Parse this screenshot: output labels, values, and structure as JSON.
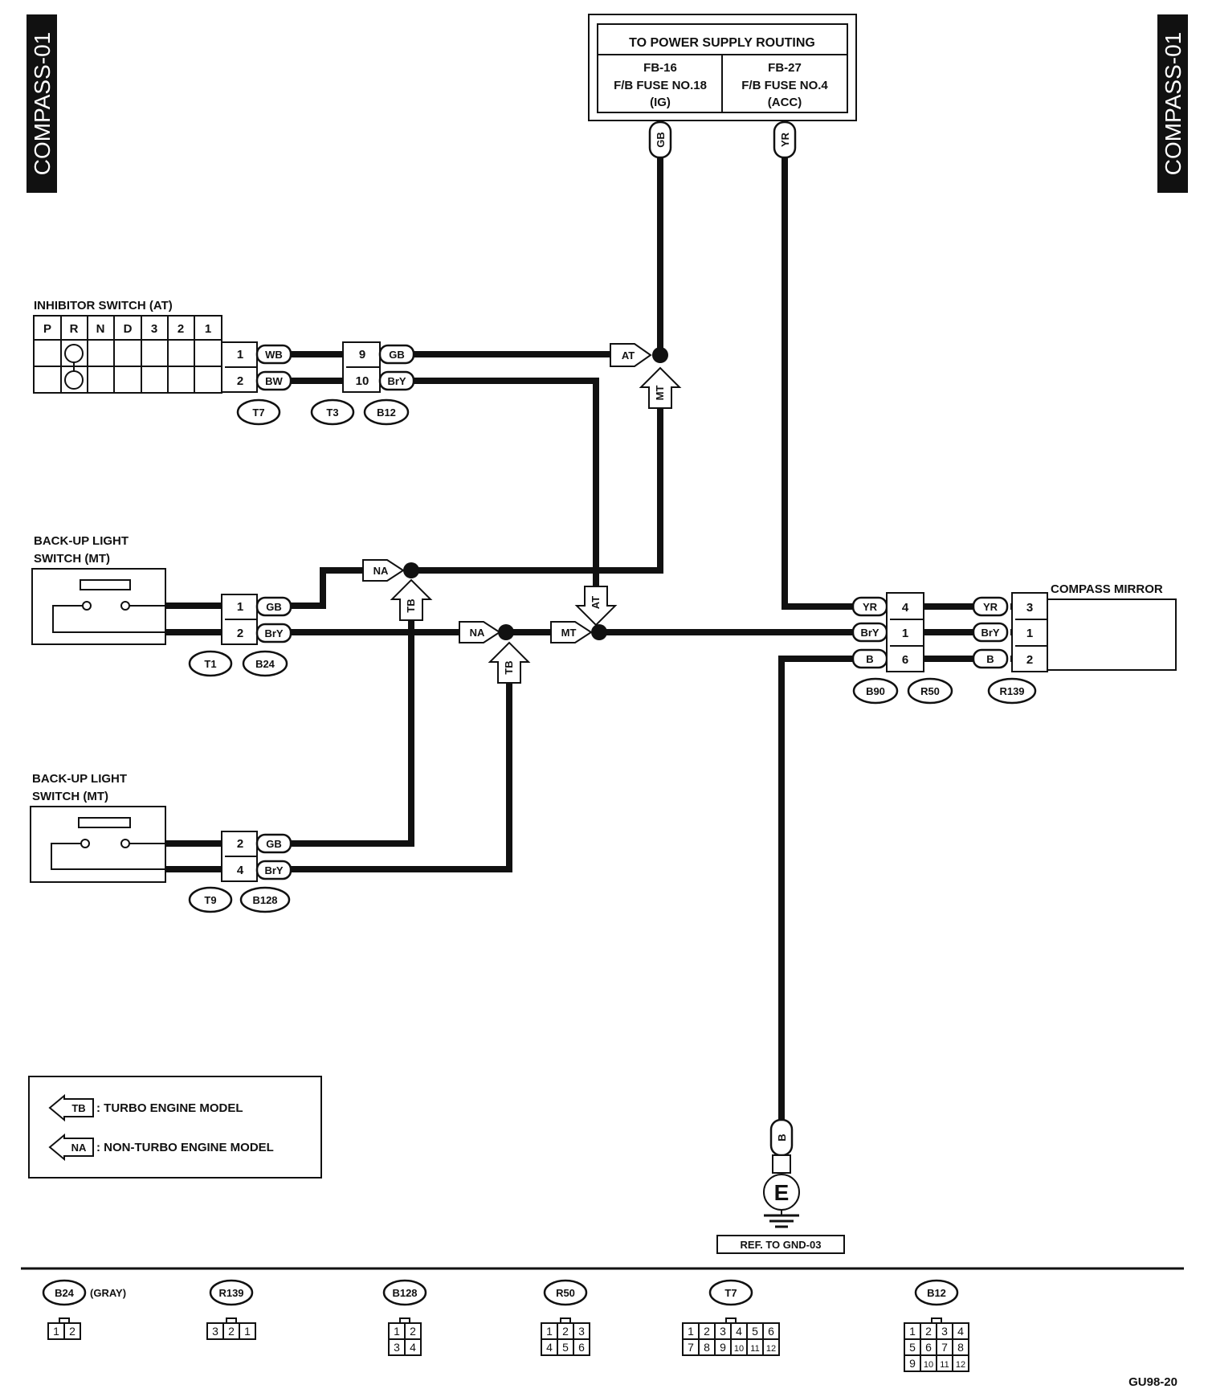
{
  "page_tab": "COMPASS-01",
  "power": {
    "title": "TO POWER SUPPLY ROUTING",
    "left": [
      "FB-16",
      "F/B FUSE NO.18",
      "(IG)"
    ],
    "right": [
      "FB-27",
      "F/B FUSE NO.4",
      "(ACC)"
    ],
    "wire_left": "GB",
    "wire_right": "YR"
  },
  "inhibitor": {
    "title": "INHIBITOR SWITCH (AT)",
    "positions": [
      "P",
      "R",
      "N",
      "D",
      "3",
      "2",
      "1"
    ],
    "pins": [
      "1",
      "2"
    ],
    "wires": [
      "WB",
      "BW"
    ],
    "conn_pins": [
      "9",
      "10"
    ],
    "conn_wires": [
      "GB",
      "BrY"
    ],
    "tags": [
      "T7",
      "T3",
      "B12"
    ]
  },
  "backup1": {
    "title": [
      "BACK-UP LIGHT",
      "SWITCH (MT)"
    ],
    "pins": [
      "1",
      "2"
    ],
    "wires": [
      "GB",
      "BrY"
    ],
    "tags": [
      "T1",
      "B24"
    ]
  },
  "backup2": {
    "title": [
      "BACK-UP LIGHT",
      "SWITCH (MT)"
    ],
    "pins": [
      "2",
      "4"
    ],
    "wires": [
      "GB",
      "BrY"
    ],
    "tags": [
      "T9",
      "B128"
    ]
  },
  "arrows": {
    "at": "AT",
    "mt": "MT",
    "na": "NA",
    "tb": "TB"
  },
  "compass": {
    "title": "COMPASS MIRROR",
    "left_wires": [
      "YR",
      "BrY",
      "B"
    ],
    "left_pins": [
      "4",
      "1",
      "6"
    ],
    "right_wires": [
      "YR",
      "BrY",
      "B"
    ],
    "right_pins": [
      "3",
      "1",
      "2"
    ],
    "tags": [
      "B90",
      "R50",
      "R139"
    ]
  },
  "ground": {
    "wire": "B",
    "symbol": "E",
    "ref": "REF. TO GND-03"
  },
  "legend": {
    "tb": {
      "tag": "TB",
      "text": ": TURBO ENGINE MODEL"
    },
    "na": {
      "tag": "NA",
      "text": ": NON-TURBO ENGINE MODEL"
    }
  },
  "connectors": [
    {
      "tag": "B24",
      "note": "(GRAY)",
      "rows": [
        [
          "1",
          "2"
        ]
      ]
    },
    {
      "tag": "R139",
      "note": "",
      "rows": [
        [
          "3",
          "2",
          "1"
        ]
      ]
    },
    {
      "tag": "B128",
      "note": "",
      "rows": [
        [
          "1",
          "2"
        ],
        [
          "3",
          "4"
        ]
      ]
    },
    {
      "tag": "R50",
      "note": "",
      "rows": [
        [
          "1",
          "2",
          "3"
        ],
        [
          "4",
          "5",
          "6"
        ]
      ]
    },
    {
      "tag": "T7",
      "note": "",
      "rows": [
        [
          "1",
          "2",
          "3",
          "4",
          "5",
          "6"
        ],
        [
          "7",
          "8",
          "9",
          "10",
          "11",
          "12"
        ]
      ]
    },
    {
      "tag": "B12",
      "note": "",
      "rows": [
        [
          "1",
          "2",
          "3",
          "4"
        ],
        [
          "5",
          "6",
          "7",
          "8"
        ],
        [
          "9",
          "10",
          "11",
          "12"
        ]
      ]
    }
  ],
  "figure_id": "GU98-20"
}
